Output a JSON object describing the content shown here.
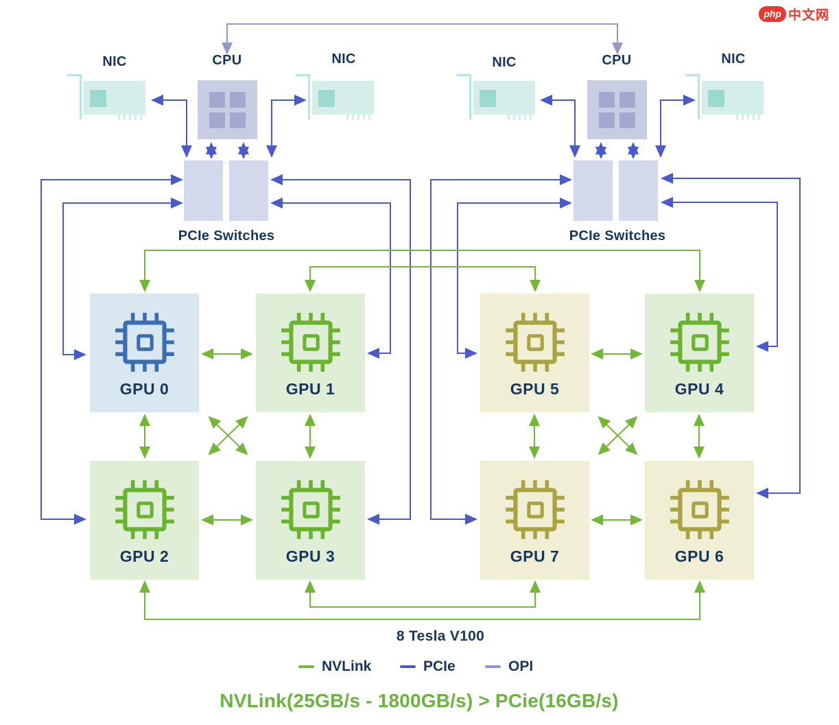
{
  "watermark": {
    "badge": "php",
    "text": "中文网"
  },
  "groups": {
    "left": {
      "cpu": "CPU",
      "nic_left": "NIC",
      "nic_right": "NIC",
      "switch_label": "PCIe Switches"
    },
    "right": {
      "cpu": "CPU",
      "nic_left": "NIC",
      "nic_right": "NIC",
      "switch_label": "PCIe Switches"
    }
  },
  "gpus": [
    {
      "id": "gpu0",
      "label": "GPU 0",
      "theme": "blue"
    },
    {
      "id": "gpu1",
      "label": "GPU 1",
      "theme": "green"
    },
    {
      "id": "gpu2",
      "label": "GPU 2",
      "theme": "green"
    },
    {
      "id": "gpu3",
      "label": "GPU 3",
      "theme": "green"
    },
    {
      "id": "gpu4",
      "label": "GPU 4",
      "theme": "green"
    },
    {
      "id": "gpu5",
      "label": "GPU 5",
      "theme": "tan"
    },
    {
      "id": "gpu6",
      "label": "GPU 6",
      "theme": "tan"
    },
    {
      "id": "gpu7",
      "label": "GPU 7",
      "theme": "tan"
    }
  ],
  "footer": {
    "subtitle": "8 Tesla V100",
    "title": "NVLink(25GB/s - 1800GB/s) > PCie(16GB/s)"
  },
  "legend": [
    {
      "label": "NVLink",
      "color_key": "nvlink"
    },
    {
      "label": "PCIe",
      "color_key": "pcie"
    },
    {
      "label": "OPI",
      "color_key": "opi"
    }
  ],
  "edges": [
    {
      "type": "OPI",
      "from": "cpu-left",
      "to": "cpu-right"
    },
    {
      "type": "PCIe",
      "from": "cpu-left",
      "to": "pcie-switch-left-1"
    },
    {
      "type": "PCIe",
      "from": "cpu-left",
      "to": "pcie-switch-left-2"
    },
    {
      "type": "PCIe",
      "from": "cpu-right",
      "to": "pcie-switch-right-1"
    },
    {
      "type": "PCIe",
      "from": "cpu-right",
      "to": "pcie-switch-right-2"
    },
    {
      "type": "PCIe",
      "from": "pcie-switches-left",
      "to": "nic-left-1"
    },
    {
      "type": "PCIe",
      "from": "pcie-switches-left",
      "to": "nic-left-2"
    },
    {
      "type": "PCIe",
      "from": "pcie-switches-right",
      "to": "nic-right-1"
    },
    {
      "type": "PCIe",
      "from": "pcie-switches-right",
      "to": "nic-right-2"
    },
    {
      "type": "PCIe",
      "from": "pcie-switches-left",
      "to": "gpu0"
    },
    {
      "type": "PCIe",
      "from": "pcie-switches-left",
      "to": "gpu1"
    },
    {
      "type": "PCIe",
      "from": "pcie-switches-left",
      "to": "gpu2"
    },
    {
      "type": "PCIe",
      "from": "pcie-switches-left",
      "to": "gpu3"
    },
    {
      "type": "PCIe",
      "from": "pcie-switches-right",
      "to": "gpu4"
    },
    {
      "type": "PCIe",
      "from": "pcie-switches-right",
      "to": "gpu5"
    },
    {
      "type": "PCIe",
      "from": "pcie-switches-right",
      "to": "gpu6"
    },
    {
      "type": "PCIe",
      "from": "pcie-switches-right",
      "to": "gpu7"
    },
    {
      "type": "NVLink",
      "from": "gpu0",
      "to": "gpu1"
    },
    {
      "type": "NVLink",
      "from": "gpu0",
      "to": "gpu2"
    },
    {
      "type": "NVLink",
      "from": "gpu0",
      "to": "gpu3"
    },
    {
      "type": "NVLink",
      "from": "gpu1",
      "to": "gpu2"
    },
    {
      "type": "NVLink",
      "from": "gpu1",
      "to": "gpu3"
    },
    {
      "type": "NVLink",
      "from": "gpu2",
      "to": "gpu3"
    },
    {
      "type": "NVLink",
      "from": "gpu4",
      "to": "gpu5"
    },
    {
      "type": "NVLink",
      "from": "gpu4",
      "to": "gpu6"
    },
    {
      "type": "NVLink",
      "from": "gpu4",
      "to": "gpu7"
    },
    {
      "type": "NVLink",
      "from": "gpu5",
      "to": "gpu6"
    },
    {
      "type": "NVLink",
      "from": "gpu5",
      "to": "gpu7"
    },
    {
      "type": "NVLink",
      "from": "gpu6",
      "to": "gpu7"
    },
    {
      "type": "NVLink",
      "from": "gpu0",
      "to": "gpu4"
    },
    {
      "type": "NVLink",
      "from": "gpu1",
      "to": "gpu5"
    },
    {
      "type": "NVLink",
      "from": "gpu2",
      "to": "gpu6"
    },
    {
      "type": "NVLink",
      "from": "gpu3",
      "to": "gpu7"
    }
  ],
  "colors": {
    "nvlink": "#74b637",
    "pcie": "#4a5bc8",
    "opi": "#9597c8",
    "navy": "#17365e",
    "title_green": "#6cb33f",
    "logo_red": "#e8392e",
    "gpu_blue_bg": "#d9e7f1",
    "gpu_blue_stroke": "#3b6eb0",
    "gpu_green_bg": "#e1eed7",
    "gpu_green_stroke": "#68b42f",
    "gpu_tan_bg": "#f0eed4",
    "gpu_tan_stroke": "#a9a441",
    "cpu_bg": "#c9cde3",
    "cpu_core": "#a3a9ce",
    "switch_bg": "#d4d8ec",
    "nic_body": "#d6eeea",
    "nic_chip": "#9cd9ce",
    "nic_bracket": "#b5e6e0"
  }
}
